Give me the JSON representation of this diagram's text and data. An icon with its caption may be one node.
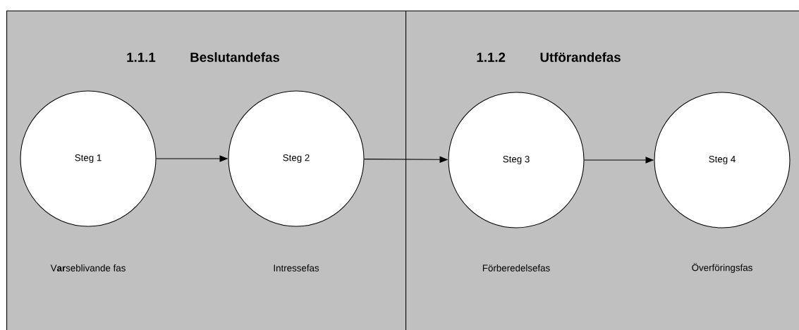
{
  "diagram": {
    "nodes": [
      {
        "text": [
          "1.1.1",
          "Beslutandefas"
        ]
      },
      {
        "text": [
          "1.1.2",
          "Utförandefas"
        ]
      },
      {
        "text": [
          "Steg 1"
        ],
        "in": 0
      },
      {
        "text": [
          "Steg 2"
        ],
        "in": 0
      },
      {
        "text": [
          "Steg 3"
        ],
        "in": 1
      },
      {
        "text": [
          "Steg 4"
        ],
        "in": 1
      }
    ],
    "edges": [
      {
        "from": 2,
        "to": 3,
        "arrow": "to"
      },
      {
        "from": 3,
        "to": 4,
        "arrow": "to"
      },
      {
        "from": 4,
        "to": 5,
        "arrow": "to"
      }
    ],
    "labels": [
      "V**ar**seblivande fas",
      "Intressefas",
      "Förberedelsefas",
      "Överföringsfas"
    ]
  }
}
